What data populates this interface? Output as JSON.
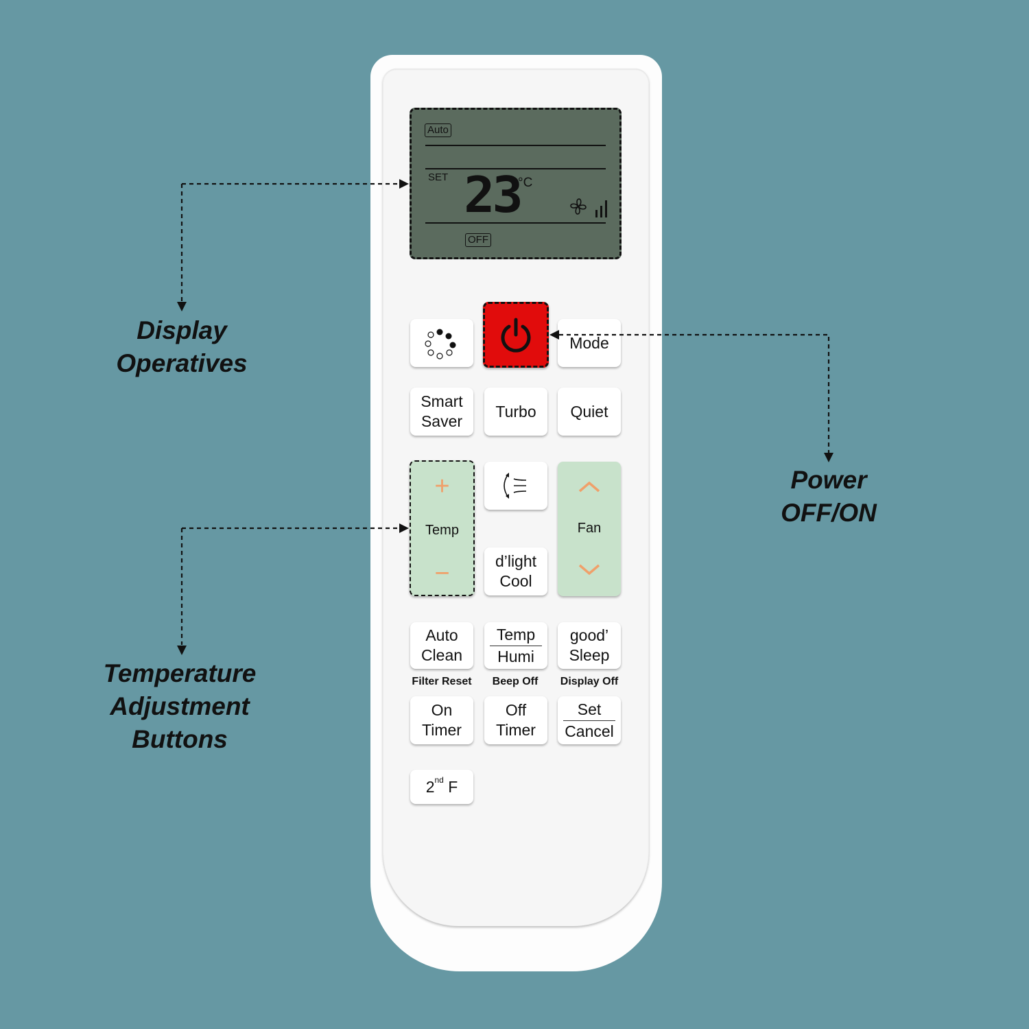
{
  "annotations": {
    "display": [
      "Display",
      "Operatives"
    ],
    "power": [
      "Power",
      "OFF/ON"
    ],
    "temperature": [
      "Temperature",
      "Adjustment",
      "Buttons"
    ]
  },
  "lcd": {
    "mode": "Auto",
    "set_label": "SET",
    "temperature": "23",
    "unit": "°C",
    "timer": "OFF",
    "fan_level": 3
  },
  "buttons": {
    "power_icon": "power-icon",
    "mode": "Mode",
    "smart_saver": [
      "Smart",
      "Saver"
    ],
    "turbo": "Turbo",
    "quiet": "Quiet",
    "temp": {
      "plus": "+",
      "label": "Temp",
      "minus": "−"
    },
    "fan": {
      "label": "Fan"
    },
    "dlight_cool": [
      "d’light",
      "Cool"
    ],
    "auto_clean": [
      "Auto",
      "Clean"
    ],
    "temp_humi": [
      "Temp",
      "Humi"
    ],
    "good_sleep": [
      "good’",
      "Sleep"
    ],
    "on_timer": [
      "On",
      "Timer"
    ],
    "off_timer": [
      "Off",
      "Timer"
    ],
    "set_cancel": [
      "Set",
      "Cancel"
    ],
    "second_f": {
      "base": "2",
      "sup": "nd",
      "letter": " F"
    }
  },
  "secondary_labels": {
    "filter_reset": "Filter Reset",
    "beep_off": "Beep Off",
    "display_off": "Display Off"
  },
  "colors": {
    "background": "#6698a3",
    "power": "#e10c0c",
    "accent": "#f0a06a",
    "green": "#c8e2cb",
    "lcd": "#5b6b5e"
  }
}
